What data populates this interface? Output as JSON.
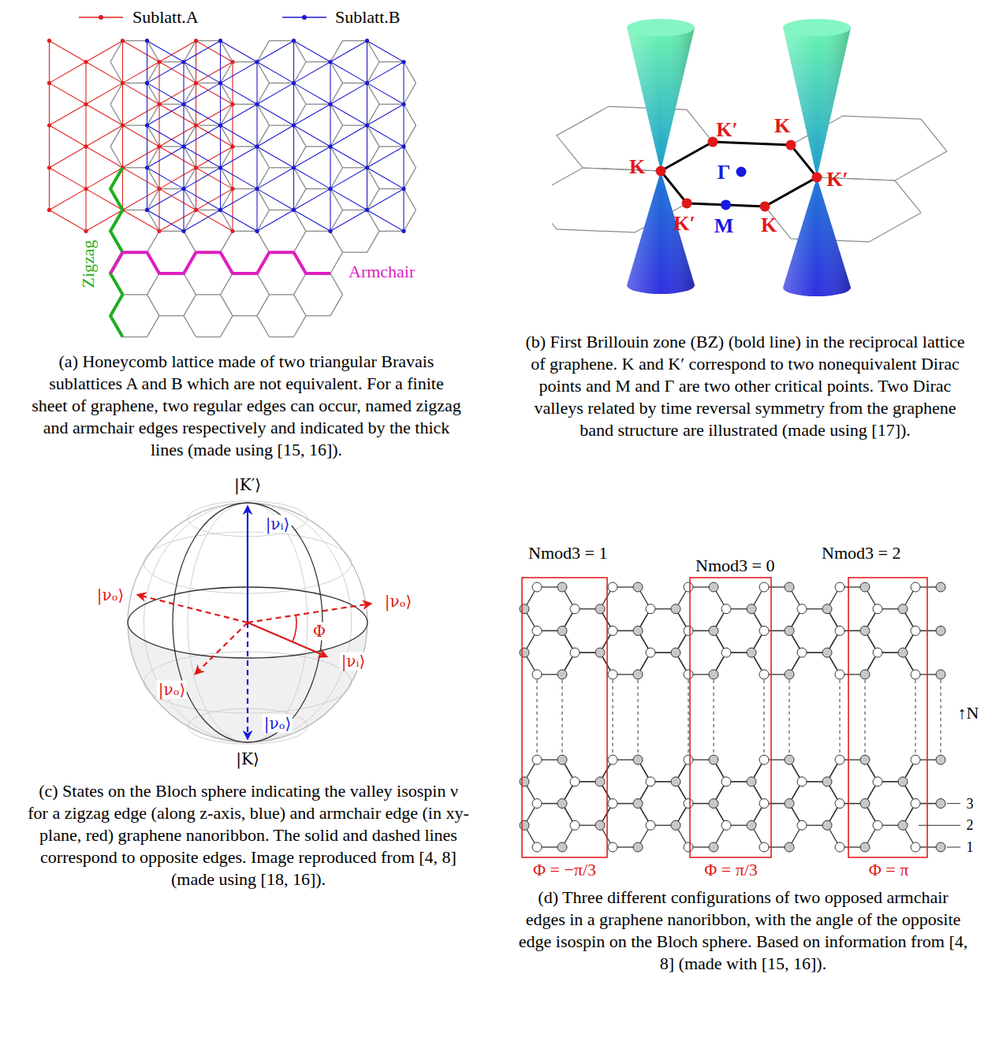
{
  "diagram": {
    "labels": [
      "Zigzag",
      "Armchair",
      "(a) Honeycomb lattice made of two triangular Bravais sublattices A and B which are not equivalent. For a finite sheet of graphene, two regular edges can occur, named zigzag and armchair edges respectively and indicated by the thick lines (made using [15, 16]).",
      "K′",
      "K",
      "K",
      "Γ",
      "K′",
      "K′",
      "M",
      "K",
      "(b) First Brillouin zone (BZ) (bold line) in the reciprocal lattice of graphene. K and K′ correspond to two nonequivalent Dirac points and M and Γ are two other critical points. Two Dirac valleys related by time reversal symmetry from the graphene band structure are illustrated (made using [17]).",
      "|K′⟩",
      "|νᵢ⟩",
      "|νₒ⟩",
      "|νₒ⟩",
      "Φ",
      "|νᵢ⟩",
      "|νₒ⟩",
      "|νₒ⟩",
      "|K⟩",
      "(c) States on the Bloch sphere indicating the valley isospin ν for a zigzag edge (along z-axis, blue) and armchair edge (in xy-plane, red) graphene nanoribbon. The solid and dashed lines correspond to opposite edges. Image reproduced from [4, 8] (made using [18, 16]).",
      "Nmod3 = 1",
      "Nmod3 = 0",
      "Nmod3 = 2",
      "↑N",
      "3",
      "2",
      "1",
      "Φ = −π/3",
      "Φ = π/3",
      "Φ = π",
      "(d) Three different configurations of two opposed armchair edges in a graphene nanoribbon, with the angle of the opposite edge isospin on the Bloch sphere. Based on information from [4, 8] (made with [15, 16])."
    ],
    "legend": [
      {
        "text": "Sublatt.A"
      },
      {
        "text": "Sublatt.B"
      }
    ]
  }
}
